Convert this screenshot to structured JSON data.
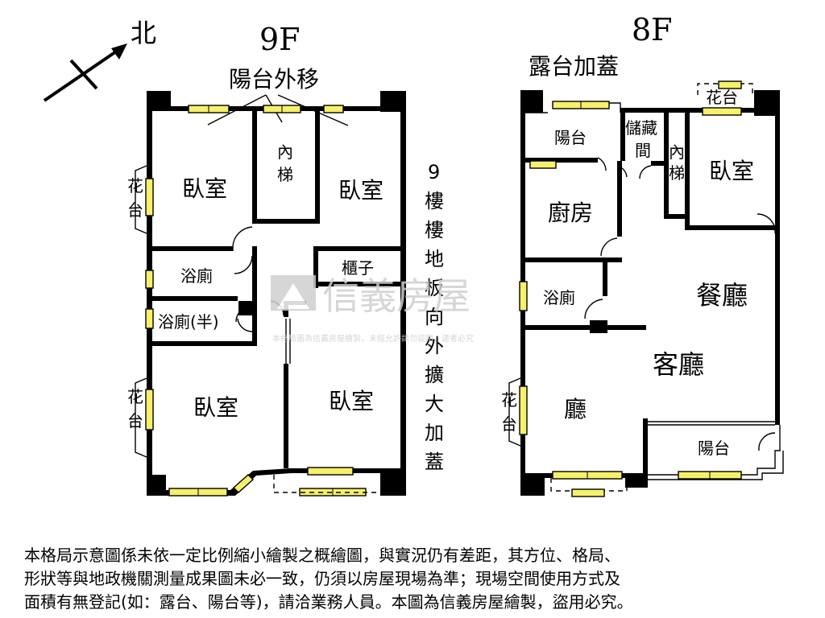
{
  "compass": {
    "label": "北"
  },
  "floor_9": {
    "title": "9F",
    "note_balcony_moved": "陽台外移",
    "rooms": {
      "bedroom_top_left": "臥室",
      "inner_stair_a": "內",
      "inner_stair_b": "梯",
      "bedroom_top_right": "臥室",
      "planter_upper_a": "花",
      "planter_upper_b": "台",
      "bath": "浴廁",
      "cabinet": "櫃子",
      "half_bath": "浴廁(半)",
      "planter_lower_a": "花",
      "planter_lower_b": "台",
      "bedroom_bottom_left": "臥室",
      "bedroom_bottom_right": "臥室"
    },
    "vertical_note": [
      "9",
      "樓",
      "樓",
      "地",
      "板",
      "向",
      "外",
      "擴",
      "大",
      "加",
      "蓋"
    ]
  },
  "floor_8": {
    "title": "8F",
    "note_terrace_added": "露台加蓋",
    "rooms": {
      "balcony_top": "陽台",
      "storage_a": "儲藏",
      "storage_b": "間",
      "inner_stair_a": "內",
      "inner_stair_b": "梯",
      "planter_top": "花台",
      "bedroom": "臥室",
      "kitchen": "廚房",
      "bath": "浴廁",
      "dining": "餐廳",
      "living": "客廳",
      "hall": "廳",
      "planter_left_a": "花",
      "planter_left_b": "台",
      "balcony_bottom": "陽台"
    }
  },
  "watermark": {
    "brand": "信義房屋",
    "notice": "本格局圖為信義房屋繪製，未經允許請勿盜用，違者必究"
  },
  "disclaimer": [
    "本格局示意圖係未依一定比例縮小繪製之概繪圖，與實況仍有差距，其方位、格局、",
    "形狀等與地政機關測量成果圖未必一致，仍須以房屋現場為準；現場空間使用方式及",
    "面積有無登記(如：露台、陽台等)，請洽業務人員。本圖為信義房屋繪製，盜用必究。"
  ],
  "colors": {
    "window_fill": "#f6f06a",
    "wall": "#000000",
    "watermark": "#d0d0d0"
  }
}
